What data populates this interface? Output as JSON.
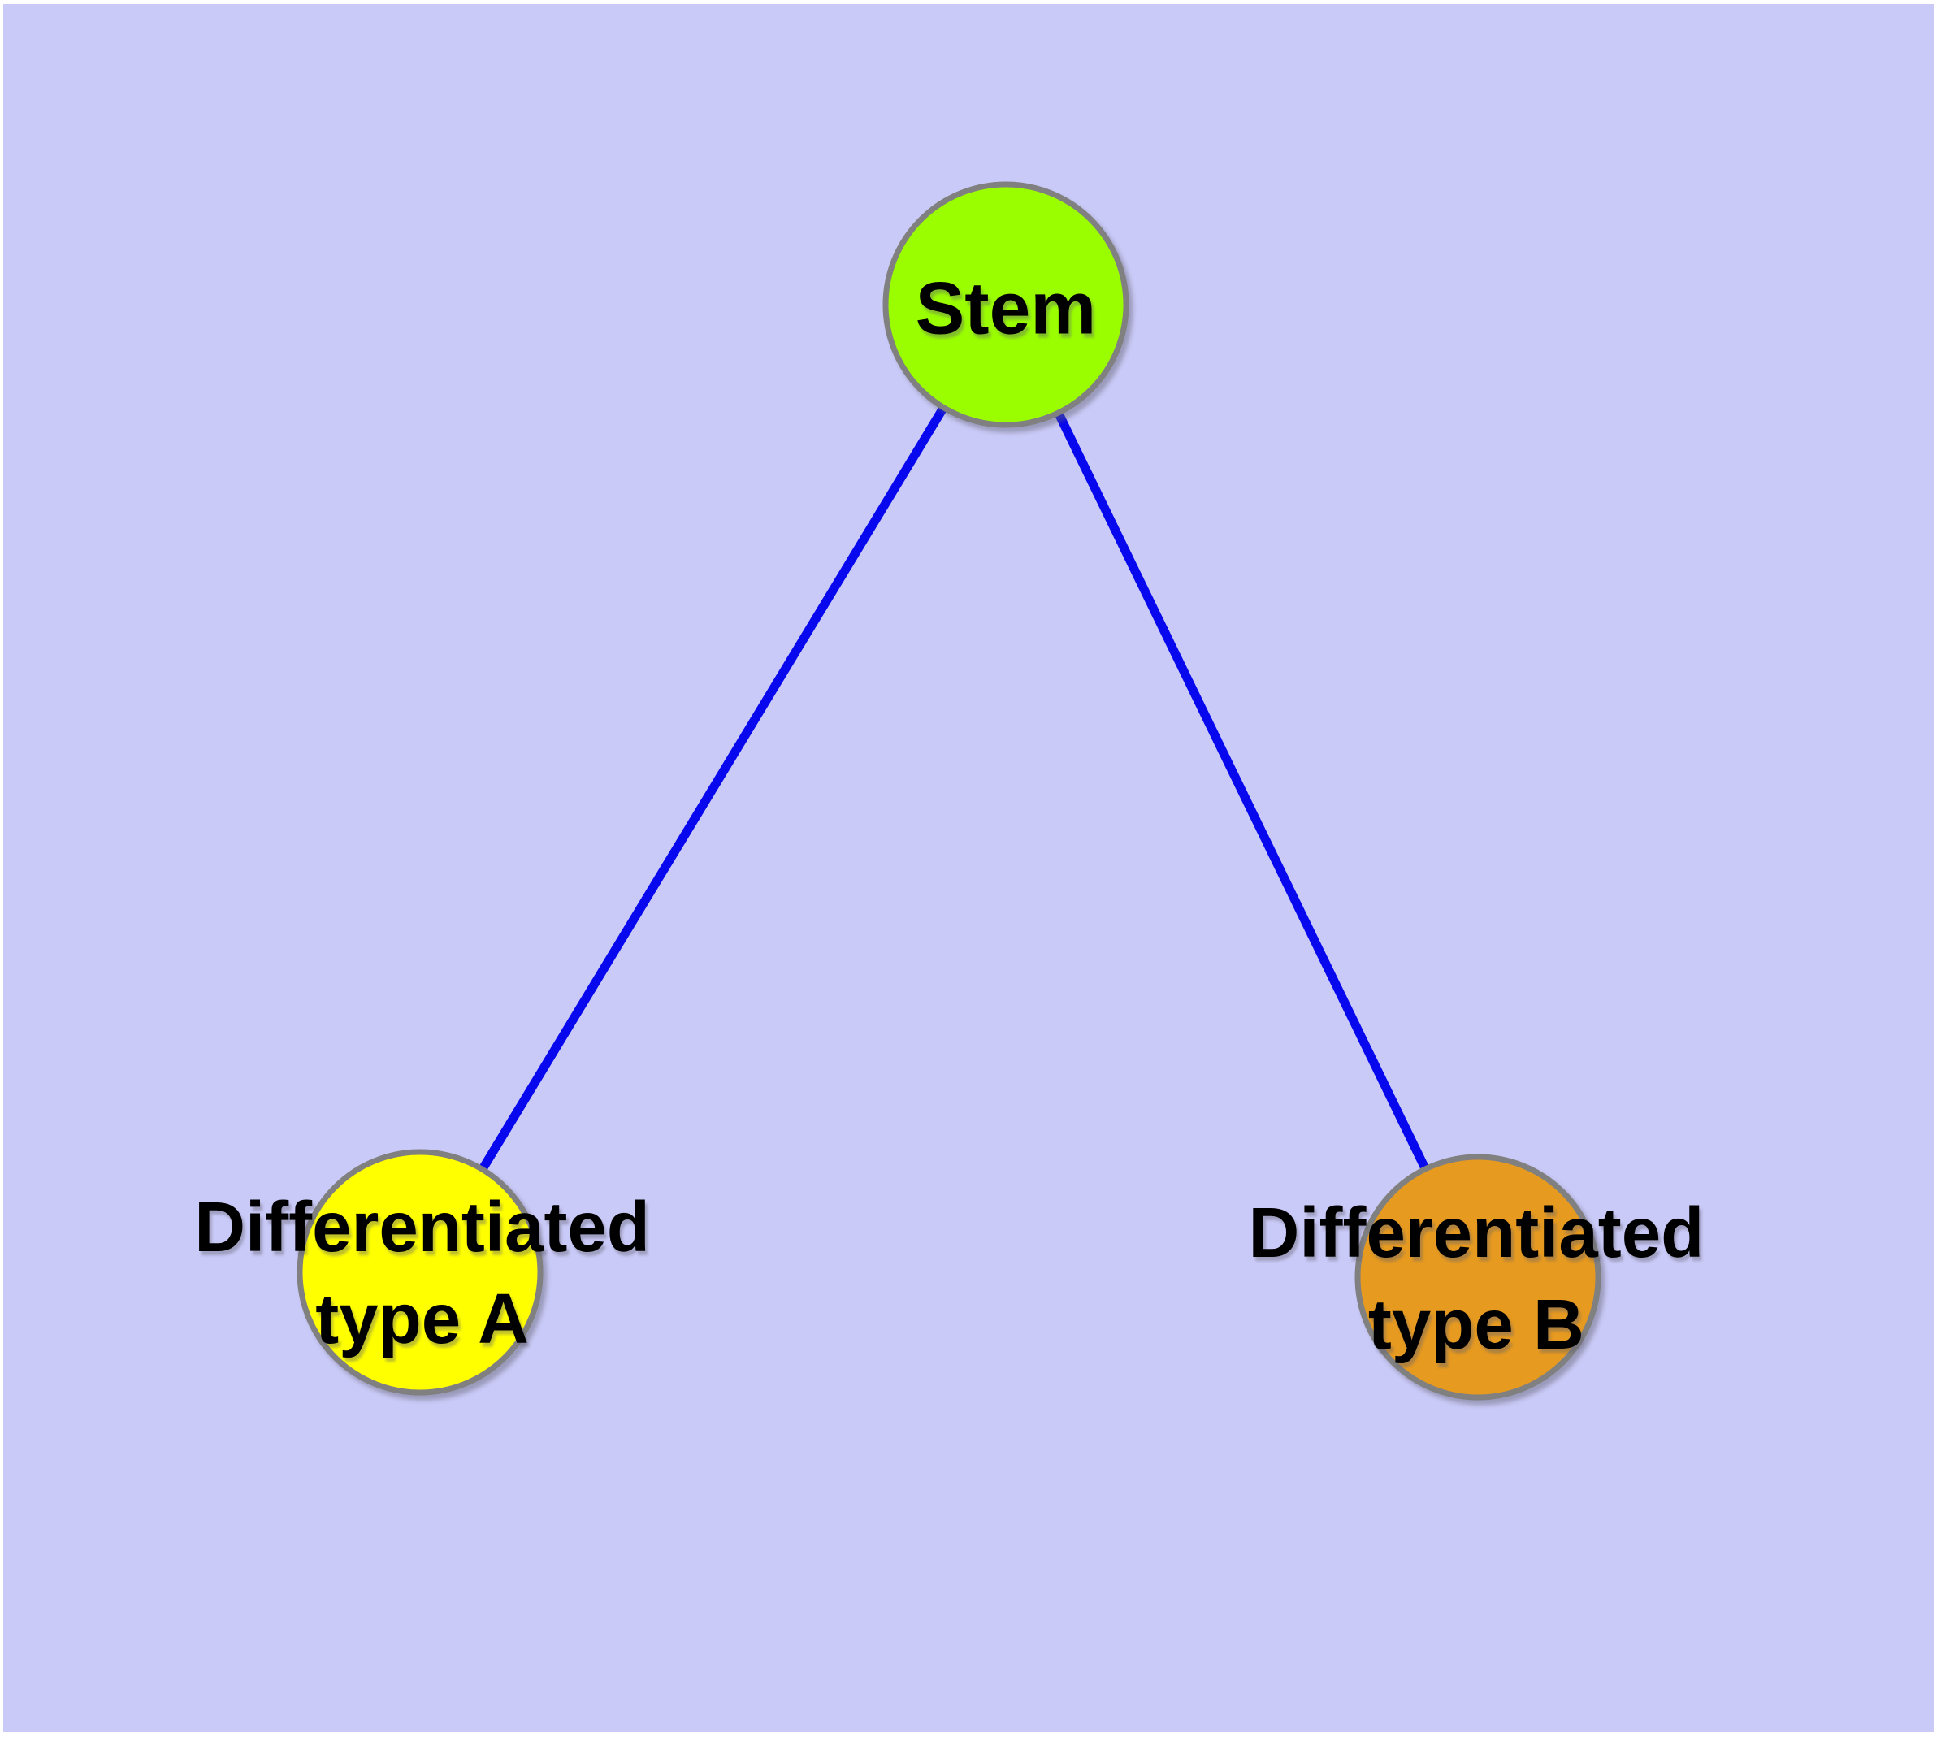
{
  "diagram": {
    "type": "node-link-graph",
    "background_color": "#cacaf8",
    "edge_color": "#0808ee",
    "node_border_color": "#808080",
    "label_color": "#000000",
    "nodes": [
      {
        "id": "stem",
        "label": "Stem",
        "color": "#9afe00"
      },
      {
        "id": "typeA",
        "label_line1": "Differentiated",
        "label_line2": "type A",
        "color": "#ffff00"
      },
      {
        "id": "typeB",
        "label_line1": "Differentiated",
        "label_line2": "type B",
        "color": "#e69a20"
      }
    ],
    "edges": [
      {
        "from": "Stem",
        "to": "Differentiated type A"
      },
      {
        "from": "Stem",
        "to": "Differentiated type B"
      }
    ]
  }
}
